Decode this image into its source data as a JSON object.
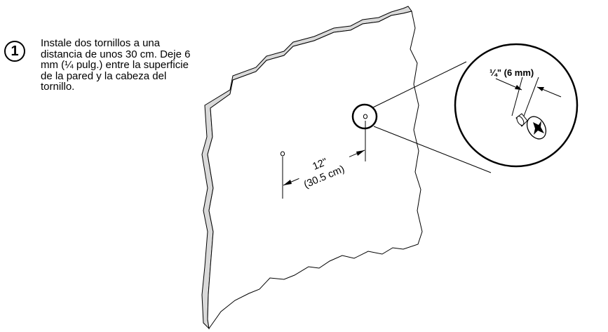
{
  "step": {
    "number": "1",
    "lines": [
      "Instale dos tornillos a una",
      "distancia de unos 30 cm. Deje 6",
      "mm (¼ pulg.) entre la superficie",
      "de la pared y la cabeza del",
      "tornillo."
    ]
  },
  "spacing": {
    "imperial": "12\"",
    "metric": "(30.5 cm)"
  },
  "detail": {
    "gap_label": "¼\" (6 mm)"
  },
  "colors": {
    "wall_edge": "#d9d9d9",
    "line": "#000000",
    "background": "#ffffff"
  }
}
